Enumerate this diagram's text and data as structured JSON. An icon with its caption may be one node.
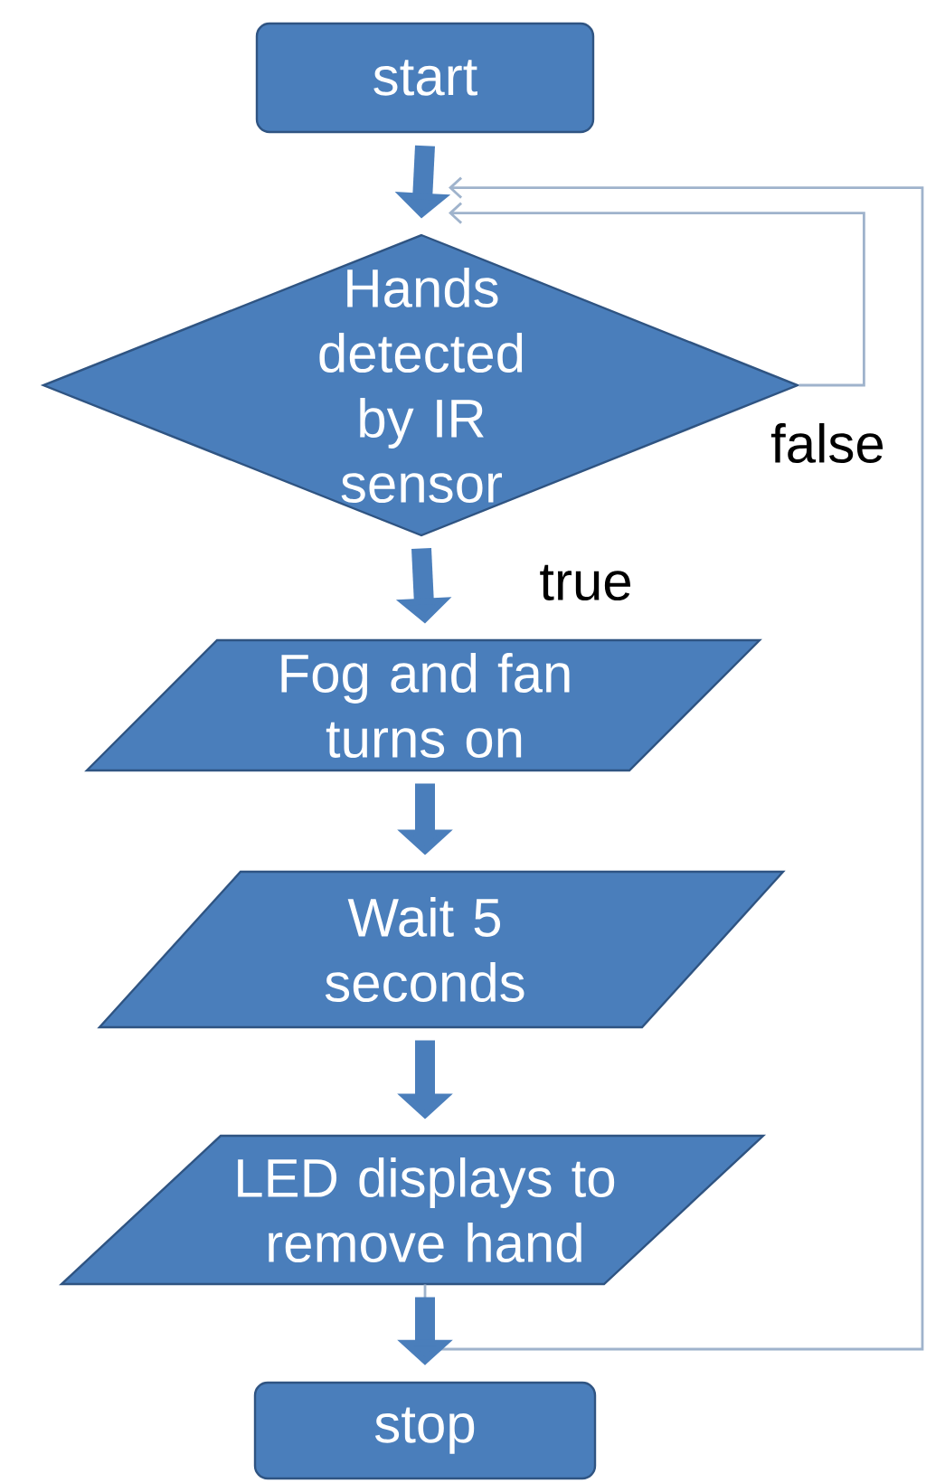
{
  "diagram": {
    "nodes": [
      {
        "text": [
          "start"
        ]
      },
      {
        "text": [
          "Hands detected by IR sensor"
        ]
      },
      {
        "text": [
          "Fog and fan turns on"
        ]
      },
      {
        "text": [
          "Wait 5 seconds"
        ]
      },
      {
        "text": [
          "LED displays to remove hand"
        ]
      },
      {
        "text": [
          "stop"
        ]
      }
    ],
    "edges": [
      {
        "from": 0,
        "to": 1,
        "arrow": "to"
      },
      {
        "from": 1,
        "to": 2,
        "arrow": "to",
        "label": "true"
      },
      {
        "from": 2,
        "to": 3,
        "arrow": "to"
      },
      {
        "from": 3,
        "to": 4,
        "arrow": "to"
      },
      {
        "from": 4,
        "to": 5,
        "arrow": "to"
      },
      {
        "from": 1,
        "to": 1,
        "arrow": "to",
        "label": "false",
        "color": "#9fb3cc"
      },
      {
        "from": 4,
        "to": 1,
        "arrow": "to",
        "color": "#9fb3cc"
      }
    ]
  }
}
